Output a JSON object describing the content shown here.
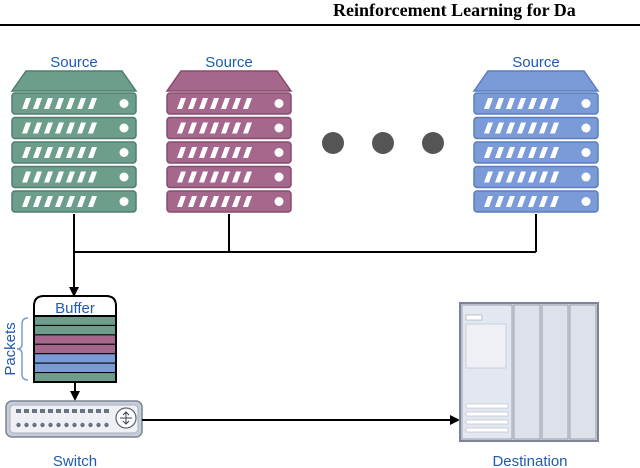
{
  "header": {
    "title": "Reinforcement Learning for Da"
  },
  "labels": {
    "source_1": "Source",
    "source_2": "Source",
    "source_3": "Source",
    "buffer": "Buffer",
    "packets": "Packets",
    "switch": "Switch",
    "destination": "Destination"
  },
  "colors": {
    "source_1": "#6d9e8b",
    "source_1_dark": "#4f7e6d",
    "source_2": "#a5678b",
    "source_2_dark": "#874b6d",
    "source_3": "#7b9ad8",
    "source_3_dark": "#5b7dbf",
    "label_blue": "#1f5bb0",
    "line": "#000000"
  },
  "buffer_stack": [
    "green",
    "green",
    "pink",
    "pink",
    "blue",
    "blue",
    "green"
  ],
  "icons": [
    "server-rack-icon",
    "ellipsis-dots-icon",
    "buffer-queue-icon",
    "network-switch-icon",
    "datacenter-rack-icon"
  ]
}
